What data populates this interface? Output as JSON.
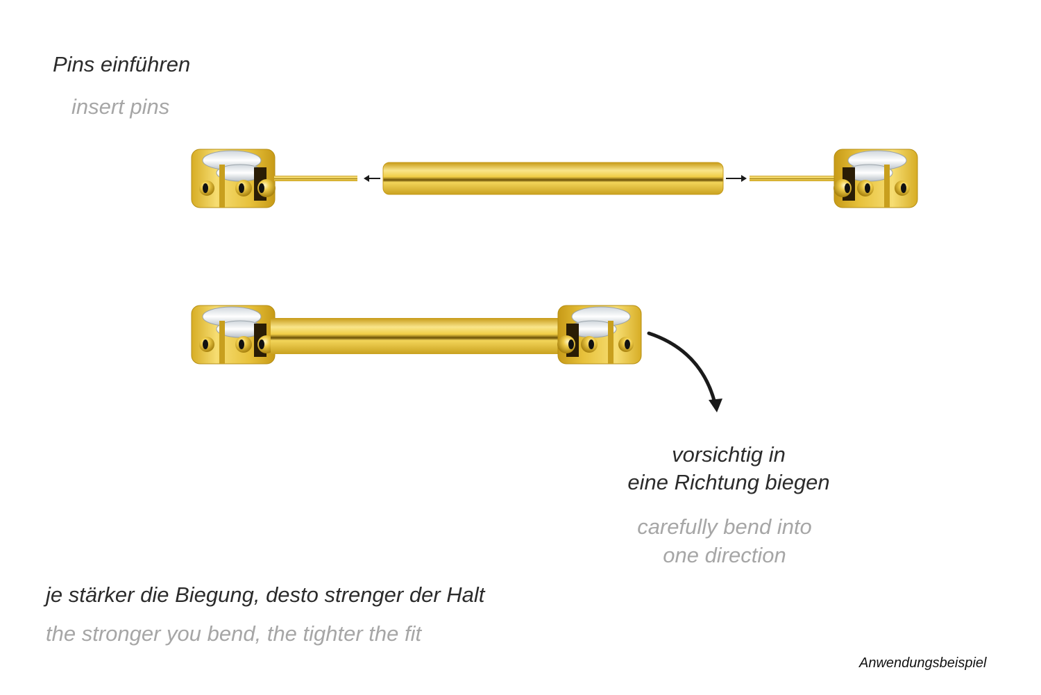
{
  "step1": {
    "title_de": "Pins einführen",
    "title_en": "insert pins"
  },
  "step2": {
    "line1_de": "vorsichtig in",
    "line2_de": "eine Richtung biegen",
    "line1_en": "carefully bend into",
    "line2_en": "one direction"
  },
  "note": {
    "text_de": "je stärker die Biegung, desto strenger der Halt",
    "text_en": "the stronger you bend, the tighter the fit"
  },
  "footer": {
    "label": "Anwendungsbeispiel"
  },
  "colors": {
    "gold": "#e8c33a",
    "gold_light": "#f7df7a",
    "gold_dark": "#b08a12",
    "gem": "#e9eef2",
    "arrow": "#1a1a1a"
  },
  "icons": {
    "pin_arrow_left": "arrow-left",
    "pin_arrow_right": "arrow-right",
    "bend_arrow": "curved-arrow-down"
  }
}
